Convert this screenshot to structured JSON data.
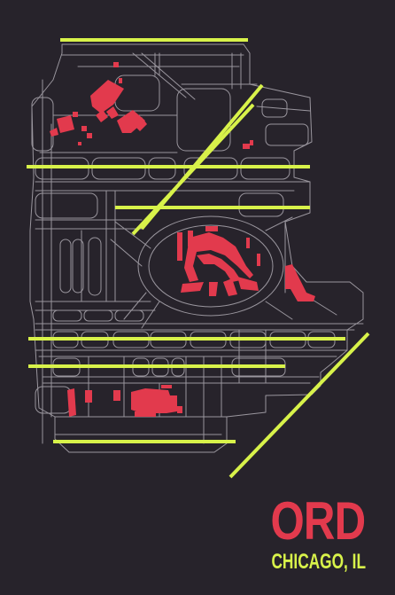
{
  "poster": {
    "code": "ORD",
    "city": "CHICAGO, IL"
  },
  "colors": {
    "background": "#27232b",
    "runway": "#d8f24a",
    "taxiway": "#9a969e",
    "terminal": "#e23a4d",
    "code_text": "#e23a4d",
    "city_text": "#d8f24a"
  },
  "icons": {
    "airport_diagram": "ord-airport-diagram-illustration"
  }
}
